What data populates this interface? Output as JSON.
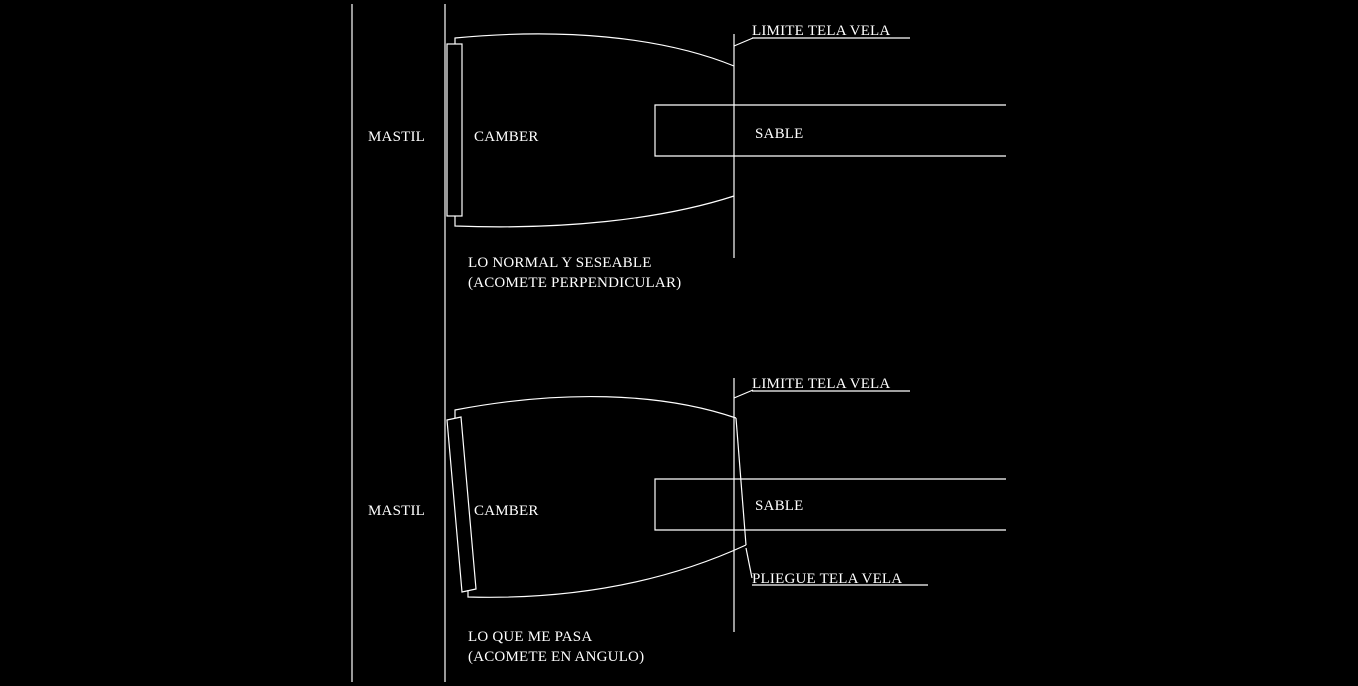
{
  "colors": {
    "background": "#000000",
    "stroke": "#ffffff",
    "text": "#ffffff"
  },
  "top": {
    "mast_label": "MASTIL",
    "camber_label": "CAMBER",
    "sable_label": "SABLE",
    "limit_label": "LIMITE TELA VELA",
    "caption_line1": "LO NORMAL Y SESEABLE",
    "caption_line2": "(ACOMETE PERPENDICULAR)"
  },
  "bottom": {
    "mast_label": "MASTIL",
    "camber_label": "CAMBER",
    "sable_label": "SABLE",
    "limit_label": "LIMITE TELA VELA",
    "fold_label": "PLIEGUE TELA VELA",
    "caption_line1": "LO QUE ME PASA",
    "caption_line2": "(ACOMETE EN ANGULO)"
  }
}
